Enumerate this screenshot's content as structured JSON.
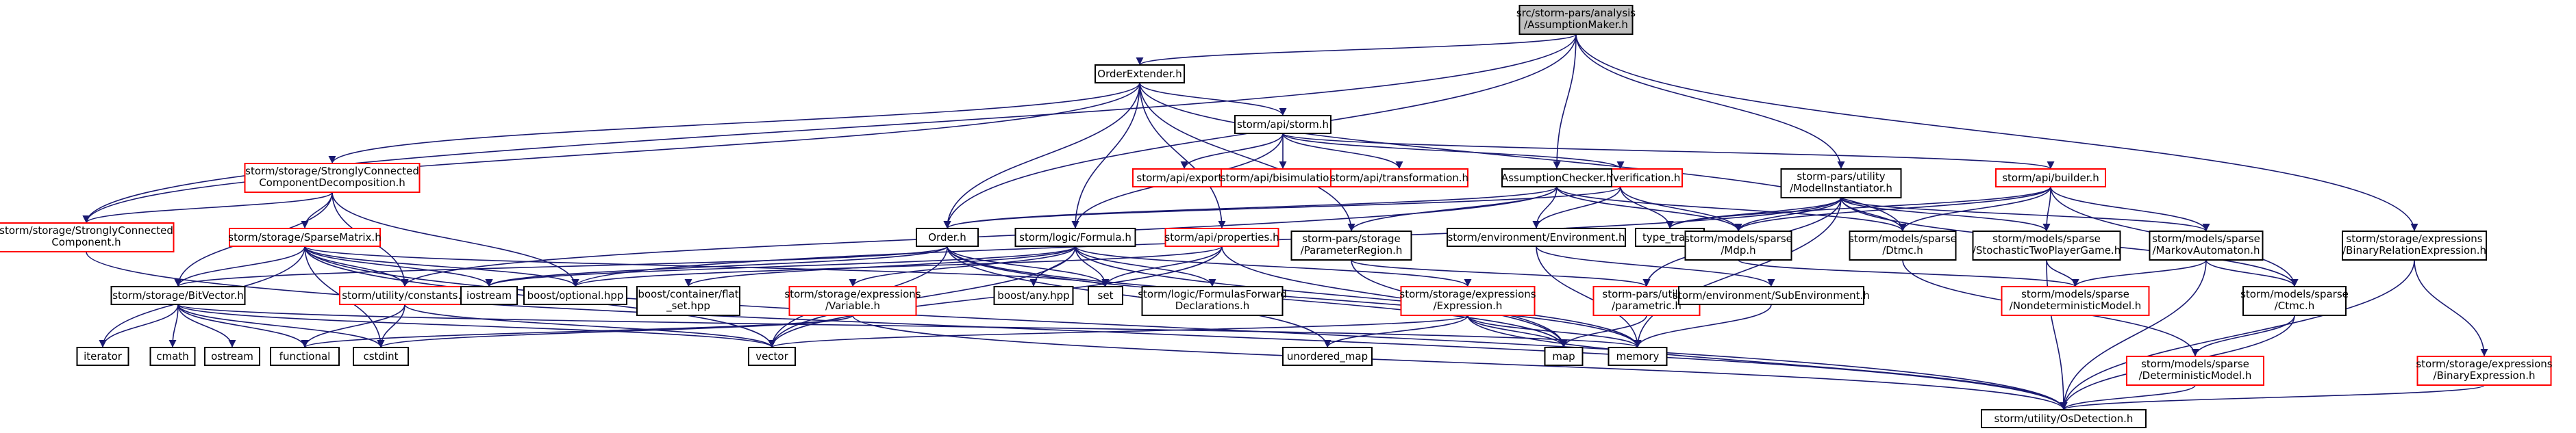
{
  "graph": {
    "root_fill": "#bfbfbf",
    "missing_color": "#ff0000",
    "normal_color": "#000000",
    "edge_color": "#191970",
    "nodes": [
      {
        "id": "root",
        "lines": [
          "src/storm-pars/analysis",
          "/AssumptionMaker.h"
        ],
        "kind": "root"
      },
      {
        "id": "orderext",
        "lines": [
          "OrderExtender.h"
        ],
        "kind": "normal"
      },
      {
        "id": "apistorm",
        "lines": [
          "storm/api/storm.h"
        ],
        "kind": "normal"
      },
      {
        "id": "sccdecomp",
        "lines": [
          "storm/storage/StronglyConnected",
          "ComponentDecomposition.h"
        ],
        "kind": "missing"
      },
      {
        "id": "apiexport",
        "lines": [
          "storm/api/export.h"
        ],
        "kind": "missing"
      },
      {
        "id": "apibisim",
        "lines": [
          "storm/api/bisimulation.h"
        ],
        "kind": "missing"
      },
      {
        "id": "apitrans",
        "lines": [
          "storm/api/transformation.h"
        ],
        "kind": "missing"
      },
      {
        "id": "apiverif",
        "lines": [
          "storm/api/verification.h"
        ],
        "kind": "missing"
      },
      {
        "id": "assumpcheck",
        "lines": [
          "AssumptionChecker.h"
        ],
        "kind": "normal"
      },
      {
        "id": "modelinst",
        "lines": [
          "storm-pars/utility",
          "/ModelInstantiator.h"
        ],
        "kind": "normal"
      },
      {
        "id": "apibuilder",
        "lines": [
          "storm/api/builder.h"
        ],
        "kind": "missing"
      },
      {
        "id": "sccomp",
        "lines": [
          "storm/storage/StronglyConnected",
          "Component.h"
        ],
        "kind": "missing"
      },
      {
        "id": "sparsematrix",
        "lines": [
          "storm/storage/SparseMatrix.h"
        ],
        "kind": "missing"
      },
      {
        "id": "orderh",
        "lines": [
          "Order.h"
        ],
        "kind": "normal"
      },
      {
        "id": "formula",
        "lines": [
          "storm/logic/Formula.h"
        ],
        "kind": "normal"
      },
      {
        "id": "apiprops",
        "lines": [
          "storm/api/properties.h"
        ],
        "kind": "missing"
      },
      {
        "id": "paramregion",
        "lines": [
          "storm-pars/storage",
          "/ParameterRegion.h"
        ],
        "kind": "normal"
      },
      {
        "id": "environment",
        "lines": [
          "storm/environment/Environment.h"
        ],
        "kind": "normal"
      },
      {
        "id": "typetraits",
        "lines": [
          "type_traits"
        ],
        "kind": "normal"
      },
      {
        "id": "mdp",
        "lines": [
          "storm/models/sparse",
          "/Mdp.h"
        ],
        "kind": "normal"
      },
      {
        "id": "dtmc",
        "lines": [
          "storm/models/sparse",
          "/Dtmc.h"
        ],
        "kind": "normal"
      },
      {
        "id": "stochtwo",
        "lines": [
          "storm/models/sparse",
          "/StochasticTwoPlayerGame.h"
        ],
        "kind": "normal"
      },
      {
        "id": "markovauto",
        "lines": [
          "storm/models/sparse",
          "/MarkovAutomaton.h"
        ],
        "kind": "normal"
      },
      {
        "id": "binrelexpr",
        "lines": [
          "storm/storage/expressions",
          "/BinaryRelationExpression.h"
        ],
        "kind": "normal"
      },
      {
        "id": "bitvector",
        "lines": [
          "storm/storage/BitVector.h"
        ],
        "kind": "normal"
      },
      {
        "id": "constants",
        "lines": [
          "storm/utility/constants.h"
        ],
        "kind": "missing"
      },
      {
        "id": "iostream",
        "lines": [
          "iostream"
        ],
        "kind": "normal"
      },
      {
        "id": "optional",
        "lines": [
          "boost/optional.hpp"
        ],
        "kind": "normal"
      },
      {
        "id": "flatset",
        "lines": [
          "boost/container/flat",
          "_set.hpp"
        ],
        "kind": "normal"
      },
      {
        "id": "exprvar",
        "lines": [
          "storm/storage/expressions",
          "/Variable.h"
        ],
        "kind": "missing"
      },
      {
        "id": "boostany",
        "lines": [
          "boost/any.hpp"
        ],
        "kind": "normal"
      },
      {
        "id": "set",
        "lines": [
          "set"
        ],
        "kind": "normal"
      },
      {
        "id": "formulasfwd",
        "lines": [
          "storm/logic/FormulasForward",
          "Declarations.h"
        ],
        "kind": "normal"
      },
      {
        "id": "expression",
        "lines": [
          "storm/storage/expressions",
          "/Expression.h"
        ],
        "kind": "missing"
      },
      {
        "id": "parametric",
        "lines": [
          "storm-pars/utility",
          "/parametric.h"
        ],
        "kind": "missing"
      },
      {
        "id": "subenv",
        "lines": [
          "storm/environment/SubEnvironment.h"
        ],
        "kind": "normal"
      },
      {
        "id": "nondetmodel",
        "lines": [
          "storm/models/sparse",
          "/NondeterministicModel.h"
        ],
        "kind": "missing"
      },
      {
        "id": "ctmc",
        "lines": [
          "storm/models/sparse",
          "/Ctmc.h"
        ],
        "kind": "normal"
      },
      {
        "id": "binexpr",
        "lines": [
          "storm/storage/expressions",
          "/BinaryExpression.h"
        ],
        "kind": "missing"
      },
      {
        "id": "iterator",
        "lines": [
          "iterator"
        ],
        "kind": "normal"
      },
      {
        "id": "cmath",
        "lines": [
          "cmath"
        ],
        "kind": "normal"
      },
      {
        "id": "ostream",
        "lines": [
          "ostream"
        ],
        "kind": "normal"
      },
      {
        "id": "functional",
        "lines": [
          "functional"
        ],
        "kind": "normal"
      },
      {
        "id": "cstdint",
        "lines": [
          "cstdint"
        ],
        "kind": "normal"
      },
      {
        "id": "vector",
        "lines": [
          "vector"
        ],
        "kind": "normal"
      },
      {
        "id": "unorderedmap",
        "lines": [
          "unordered_map"
        ],
        "kind": "normal"
      },
      {
        "id": "map",
        "lines": [
          "map"
        ],
        "kind": "normal"
      },
      {
        "id": "memory",
        "lines": [
          "memory"
        ],
        "kind": "normal"
      },
      {
        "id": "detmodel",
        "lines": [
          "storm/models/sparse",
          "/DeterministicModel.h"
        ],
        "kind": "missing"
      },
      {
        "id": "osdetect",
        "lines": [
          "storm/utility/OsDetection.h"
        ],
        "kind": "normal"
      }
    ],
    "edges": [
      [
        "root",
        "orderext"
      ],
      [
        "root",
        "orderh"
      ],
      [
        "root",
        "assumpcheck"
      ],
      [
        "root",
        "modelinst"
      ],
      [
        "root",
        "binrelexpr"
      ],
      [
        "root",
        "sccomp"
      ],
      [
        "orderext",
        "apistorm"
      ],
      [
        "orderext",
        "sccdecomp"
      ],
      [
        "orderext",
        "orderh"
      ],
      [
        "orderext",
        "formula"
      ],
      [
        "orderext",
        "apiprops"
      ],
      [
        "orderext",
        "paramregion"
      ],
      [
        "orderext",
        "dtmc"
      ],
      [
        "orderext",
        "sccomp"
      ],
      [
        "apistorm",
        "apiexport"
      ],
      [
        "apistorm",
        "apibisim"
      ],
      [
        "apistorm",
        "apitrans"
      ],
      [
        "apistorm",
        "apiverif"
      ],
      [
        "apistorm",
        "apibuilder"
      ],
      [
        "apistorm",
        "formula"
      ],
      [
        "sccdecomp",
        "sparsematrix"
      ],
      [
        "sccdecomp",
        "bitvector"
      ],
      [
        "sccdecomp",
        "constants"
      ],
      [
        "sccdecomp",
        "sccomp"
      ],
      [
        "sccdecomp",
        "optional"
      ],
      [
        "apiverif",
        "environment"
      ],
      [
        "apiverif",
        "typetraits"
      ],
      [
        "apiverif",
        "mdp"
      ],
      [
        "apiverif",
        "orderh"
      ],
      [
        "assumpcheck",
        "orderh"
      ],
      [
        "assumpcheck",
        "environment"
      ],
      [
        "assumpcheck",
        "dtmc"
      ],
      [
        "assumpcheck",
        "mdp"
      ],
      [
        "assumpcheck",
        "constants"
      ],
      [
        "assumpcheck",
        "paramregion"
      ],
      [
        "modelinst",
        "typetraits"
      ],
      [
        "modelinst",
        "mdp"
      ],
      [
        "modelinst",
        "dtmc"
      ],
      [
        "modelinst",
        "stochtwo"
      ],
      [
        "modelinst",
        "markovauto"
      ],
      [
        "modelinst",
        "ctmc"
      ],
      [
        "modelinst",
        "parametric"
      ],
      [
        "modelinst",
        "memory"
      ],
      [
        "modelinst",
        "optional"
      ],
      [
        "apibuilder",
        "dtmc"
      ],
      [
        "apibuilder",
        "mdp"
      ],
      [
        "apibuilder",
        "markovauto"
      ],
      [
        "apibuilder",
        "stochtwo"
      ],
      [
        "apibuilder",
        "ctmc"
      ],
      [
        "apibuilder",
        "typetraits"
      ],
      [
        "sccomp",
        "osdetect"
      ],
      [
        "sparsematrix",
        "bitvector"
      ],
      [
        "sparsematrix",
        "constants"
      ],
      [
        "sparsematrix",
        "iostream"
      ],
      [
        "sparsematrix",
        "optional"
      ],
      [
        "sparsematrix",
        "iterator"
      ],
      [
        "sparsematrix",
        "set"
      ],
      [
        "sparsematrix",
        "cstdint"
      ],
      [
        "sparsematrix",
        "vector"
      ],
      [
        "sparsematrix",
        "osdetect"
      ],
      [
        "orderh",
        "bitvector"
      ],
      [
        "orderh",
        "iostream"
      ],
      [
        "orderh",
        "set"
      ],
      [
        "orderh",
        "vector"
      ],
      [
        "orderh",
        "unorderedmap"
      ],
      [
        "orderh",
        "map"
      ],
      [
        "orderh",
        "memory"
      ],
      [
        "formula",
        "boostany"
      ],
      [
        "formula",
        "set"
      ],
      [
        "formula",
        "formulasfwd"
      ],
      [
        "formula",
        "exprvar"
      ],
      [
        "formula",
        "expression"
      ],
      [
        "formula",
        "iostream"
      ],
      [
        "formula",
        "vector"
      ],
      [
        "formula",
        "memory"
      ],
      [
        "formula",
        "flatset"
      ],
      [
        "apiprops",
        "set"
      ],
      [
        "apiprops",
        "map"
      ],
      [
        "apiprops",
        "vector"
      ],
      [
        "apiprops",
        "optional"
      ],
      [
        "paramregion",
        "parametric"
      ],
      [
        "paramregion",
        "map"
      ],
      [
        "environment",
        "subenv"
      ],
      [
        "environment",
        "memory"
      ],
      [
        "subenv",
        "memory"
      ],
      [
        "mdp",
        "nondetmodel"
      ],
      [
        "dtmc",
        "detmodel"
      ],
      [
        "stochtwo",
        "nondetmodel"
      ],
      [
        "stochtwo",
        "osdetect"
      ],
      [
        "markovauto",
        "nondetmodel"
      ],
      [
        "markovauto",
        "ctmc"
      ],
      [
        "markovauto",
        "osdetect"
      ],
      [
        "ctmc",
        "detmodel"
      ],
      [
        "ctmc",
        "osdetect"
      ],
      [
        "binrelexpr",
        "binexpr"
      ],
      [
        "binrelexpr",
        "osdetect"
      ],
      [
        "binexpr",
        "osdetect"
      ],
      [
        "detmodel",
        "osdetect"
      ],
      [
        "bitvector",
        "iterator"
      ],
      [
        "bitvector",
        "cmath"
      ],
      [
        "bitvector",
        "ostream"
      ],
      [
        "bitvector",
        "functional"
      ],
      [
        "bitvector",
        "cstdint"
      ],
      [
        "bitvector",
        "vector"
      ],
      [
        "bitvector",
        "memory"
      ],
      [
        "constants",
        "cstdint"
      ],
      [
        "constants",
        "functional"
      ],
      [
        "constants",
        "vector"
      ],
      [
        "exprvar",
        "functional"
      ],
      [
        "exprvar",
        "cstdint"
      ],
      [
        "exprvar",
        "osdetect"
      ],
      [
        "expression",
        "map"
      ],
      [
        "expression",
        "unorderedmap"
      ],
      [
        "expression",
        "vector"
      ],
      [
        "expression",
        "memory"
      ],
      [
        "expression",
        "osdetect"
      ],
      [
        "parametric",
        "map"
      ]
    ]
  }
}
